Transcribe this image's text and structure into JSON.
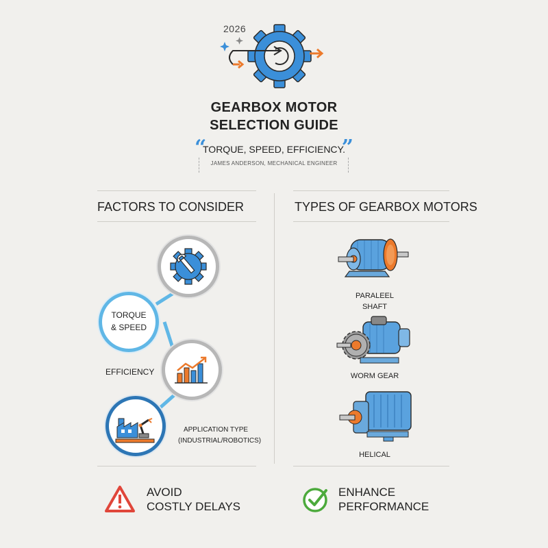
{
  "header": {
    "year": "2026",
    "title_line1": "GEARBOX MOTOR",
    "title_line2": "SELECTION GUIDE",
    "quote": "TORQUE, SPEED, EFFICIENCY.",
    "quote_author": "JAMES ANDERSON, MECHANICAL ENGINEER",
    "hero_icon": "gear-with-arrow-icon"
  },
  "factors": {
    "title": "FACTORS TO CONSIDER",
    "items": [
      {
        "icon": "gear-wrench-icon",
        "label": ""
      },
      {
        "icon": "",
        "label_line1": "TORQUE",
        "label_line2": "& SPEED"
      },
      {
        "icon": "bar-chart-icon",
        "label": "EFFICIENCY"
      },
      {
        "icon": "factory-robot-icon",
        "label_line1": "APPLICATION TYPE",
        "label_line2": "(INDUSTRIAL/ROBOTICS)"
      }
    ]
  },
  "types": {
    "title": "TYPES OF GEARBOX MOTORS",
    "items": [
      {
        "icon": "parallel-shaft-motor-icon",
        "label_line1": "PARALEEL",
        "label_line2": "SHAFT"
      },
      {
        "icon": "worm-gear-motor-icon",
        "label": "WORM GEAR"
      },
      {
        "icon": "helical-motor-icon",
        "label": "HELICAL"
      }
    ]
  },
  "footer": {
    "left_line1": "AVOID",
    "left_line2": "COSTLY DELAYS",
    "left_icon": "warning-triangle-icon",
    "right_line1": "ENHANCE",
    "right_line2": "PERFORMANCE",
    "right_icon": "check-circle-icon"
  },
  "colors": {
    "blue": "#3b8fd9",
    "light_blue": "#60b7e6",
    "orange": "#ec7a2c",
    "warning_red": "#e0463a",
    "success_green": "#4caa3c"
  }
}
